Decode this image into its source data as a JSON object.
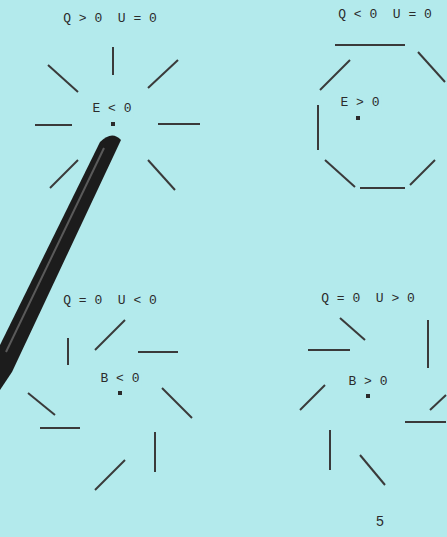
{
  "diagram": {
    "labels": [
      "Q > 0  U = 0",
      "E < 0",
      "Q < 0  U = 0",
      "E > 0",
      "Q = 0  U < 0",
      "B < 0",
      "Q = 0  U > 0",
      "B > 0",
      "5"
    ]
  }
}
